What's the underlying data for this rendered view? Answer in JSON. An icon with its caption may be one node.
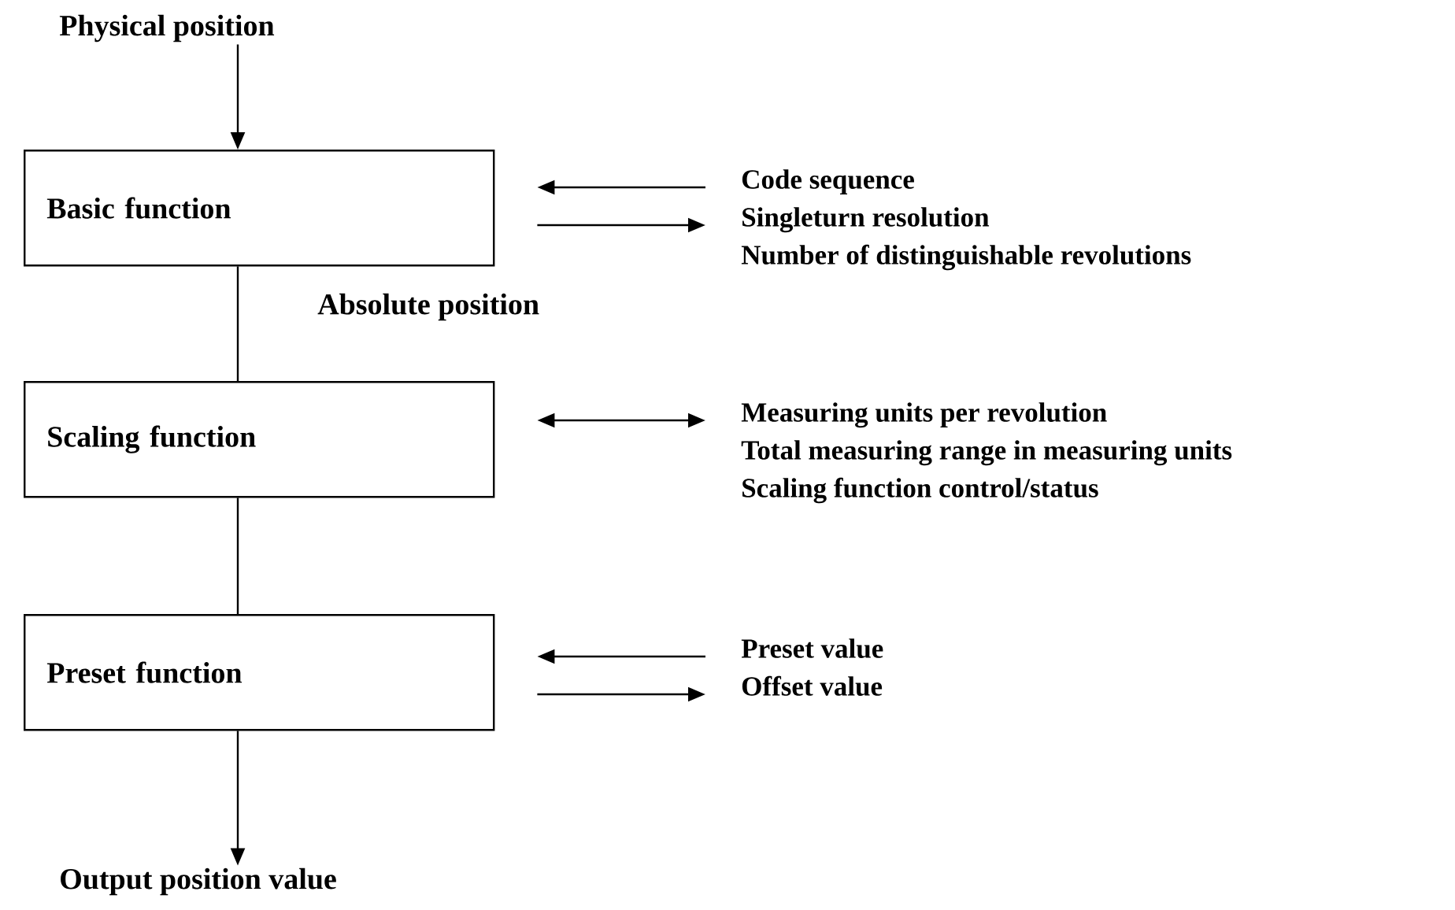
{
  "diagram": {
    "nodes": [
      {
        "text": [
          "Physical position"
        ]
      },
      {
        "text": [
          "Basic function"
        ]
      },
      {
        "text": [
          "Scaling function"
        ]
      },
      {
        "text": [
          "Preset function"
        ]
      },
      {
        "text": [
          "Output position value"
        ]
      },
      {
        "text": [
          "Code sequence",
          "Singleturn resolution",
          "Number of distinguishable revolutions"
        ]
      },
      {
        "text": [
          "Measuring units per revolution",
          "Total measuring range in measuring units",
          "Scaling function control/status"
        ]
      },
      {
        "text": [
          "Preset value",
          "Offset value"
        ]
      }
    ],
    "edges": [
      {
        "from": 0,
        "to": 1,
        "arrow": "to"
      },
      {
        "from": 1,
        "to": 2,
        "arrow": "none",
        "label": "Absolute position"
      },
      {
        "from": 2,
        "to": 3,
        "arrow": "none"
      },
      {
        "from": 3,
        "to": 4,
        "arrow": "to"
      },
      {
        "from": 5,
        "to": 1,
        "arrow": "to"
      },
      {
        "from": 1,
        "to": 5,
        "arrow": "to"
      },
      {
        "from": 2,
        "to": 6,
        "arrow": "both"
      },
      {
        "from": 7,
        "to": 3,
        "arrow": "to"
      },
      {
        "from": 3,
        "to": 7,
        "arrow": "to"
      }
    ]
  }
}
